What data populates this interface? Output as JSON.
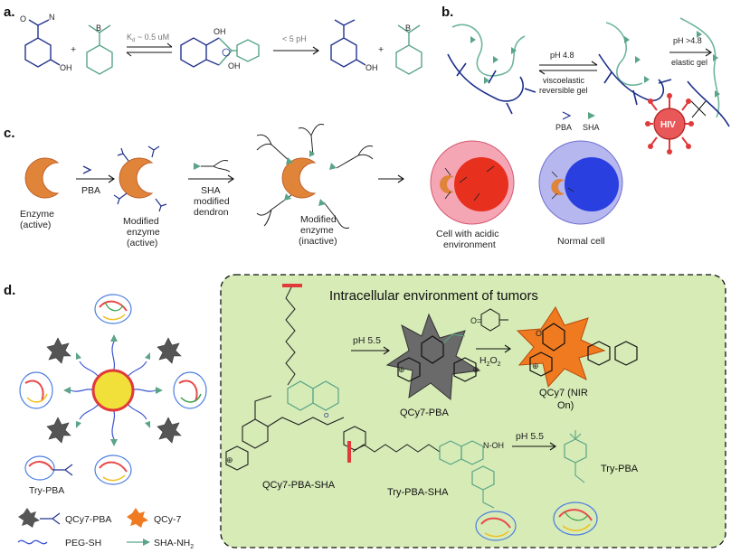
{
  "panels": {
    "a": {
      "label": "a.",
      "kd_label": "K",
      "kd_sub": "d",
      "kd_value": "~ 0.5 uM",
      "ph_label": "< 5 pH",
      "atoms": {
        "o": "O",
        "n": "N",
        "h": "H",
        "oh": "OH",
        "b": "B"
      }
    },
    "b": {
      "label": "b.",
      "ph1": "pH 4.8",
      "note1_line1": "viscoelastic",
      "note1_line2": "reversible gel",
      "ph2": "pH >4.8",
      "note2": "elastic gel",
      "legend_pba": "PBA",
      "legend_sha": "SHA",
      "virus": "HIV"
    },
    "c": {
      "label": "c.",
      "enzyme_line1": "Enzyme",
      "enzyme_line2": "(active)",
      "pba": "PBA",
      "mod_line1": "Modified",
      "mod_line2": "enzyme",
      "mod_line3": "(active)",
      "sha_line1": "SHA",
      "sha_line2": "modified",
      "sha_line3": "dendron",
      "inact_line1": "Modified",
      "inact_line2": "enzyme",
      "inact_line3": "(inactive)",
      "acid_line1": "Cell with acidic",
      "acid_line2": "environment",
      "normal": "Normal cell"
    },
    "d": {
      "label": "d.",
      "box_title": "Intracellular environment of tumors",
      "ph_a": "pH 5.5",
      "h2o2": "H",
      "h2o2_sub": "2",
      "h2o2_end": "O",
      "h2o2_sub2": "2",
      "qcy7_pba": "QCy7-PBA",
      "qcy7_line1": "QCy7 (NIR",
      "qcy7_line2": "On)",
      "qcy7_pba_sha": "QCy7-PBA-SHA",
      "ph_b": "pH 5.5",
      "try_pba_sha": "Try-PBA-SHA",
      "try_pba_right": "Try-PBA",
      "try_pba_left": "Try-PBA",
      "legend": {
        "qcy7pba": "QCy7-PBA",
        "qcy7": "QCy-7",
        "peg": "PEG-SH",
        "sha": "SHA-NH",
        "sha_sub": "2"
      }
    }
  },
  "colors": {
    "navy": "#23338c",
    "teal": "#5aa487",
    "enzyme": "#e0843a",
    "green_box": "#d6ebb6",
    "red_cell_outer": "#f5a6b5",
    "red_cell_inner": "#e8301f",
    "blue_cell_outer": "#b7b7f0",
    "blue_cell_inner": "#2a3fe0",
    "virus": "#e03a3a",
    "gold_core": "#f2e03a",
    "star_grey": "#555555",
    "star_orange": "#f07a20"
  }
}
